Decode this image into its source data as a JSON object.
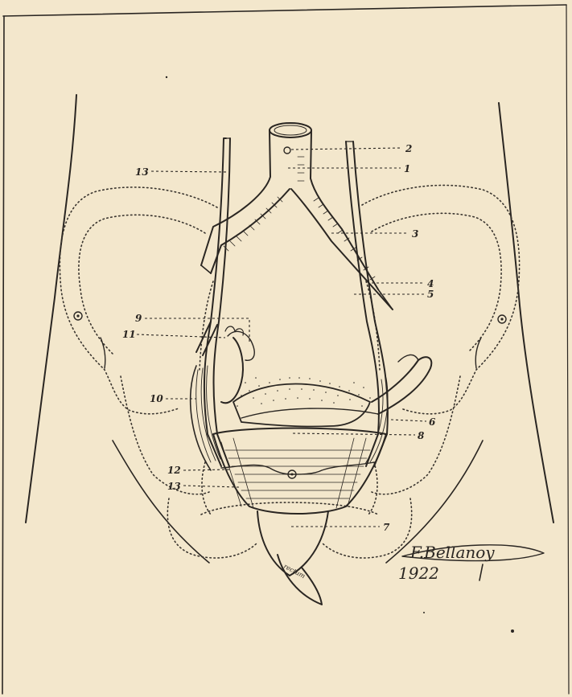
{
  "figure": {
    "labels": [
      {
        "id": "1",
        "text": "1"
      },
      {
        "id": "2",
        "text": "2"
      },
      {
        "id": "3",
        "text": "3"
      },
      {
        "id": "4",
        "text": "4"
      },
      {
        "id": "5",
        "text": "5"
      },
      {
        "id": "6",
        "text": "6"
      },
      {
        "id": "7",
        "text": "7"
      },
      {
        "id": "8",
        "text": "8"
      },
      {
        "id": "9",
        "text": "9"
      },
      {
        "id": "10",
        "text": "10"
      },
      {
        "id": "11",
        "text": "11"
      },
      {
        "id": "12",
        "text": "12"
      },
      {
        "id": "13a",
        "text": "13"
      },
      {
        "id": "13b",
        "text": "13"
      }
    ],
    "organ_inscription": "rectum",
    "signature": {
      "name": "F.Bellanoy",
      "year": "1922"
    }
  },
  "colors": {
    "paper": "#f3e7cc",
    "ink": "#2a2622"
  }
}
